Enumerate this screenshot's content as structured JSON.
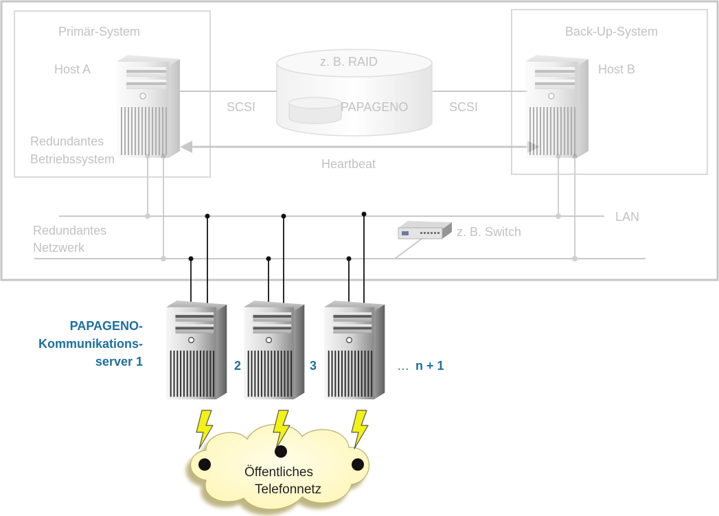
{
  "colors": {
    "frame": "#c6c6c6",
    "inner_box": "#d9d9d9",
    "network_line": "#c8c8c8",
    "label_gray": "#c2c2c2",
    "label_blue": "#1d6fa0",
    "cloud": "#fffbd0",
    "lightning": "#f2f215",
    "node_black": "#111111"
  },
  "primary": {
    "title": "Primär-System",
    "host": "Host A",
    "os_line1": "Redundantes",
    "os_line2": "Betriebssystem"
  },
  "backup": {
    "title": "Back-Up-System",
    "host": "Host B"
  },
  "storage": {
    "raid": "z. B. RAID",
    "db": "PAPAGENO",
    "scsi_left": "SCSI",
    "scsi_right": "SCSI"
  },
  "heartbeat": "Heartbeat",
  "network": {
    "lan": "LAN",
    "redundant_line1": "Redundantes",
    "redundant_line2": "Netzwerk",
    "switch": "z. B. Switch"
  },
  "servers": {
    "line1": "PAPAGENO-",
    "line2": "Kommunikations-",
    "line3": "server 1",
    "num2": "2",
    "num3": "3",
    "dots": "…",
    "last": "n + 1"
  },
  "cloud": {
    "line1": "Öffentliches",
    "line2": "Telefonnetz"
  },
  "icons": {
    "server": "tower-server-icon",
    "switch": "network-switch-icon",
    "database": "database-cylinder-icon",
    "lightning": "lightning-bolt-icon",
    "cloud": "cloud-icon"
  }
}
